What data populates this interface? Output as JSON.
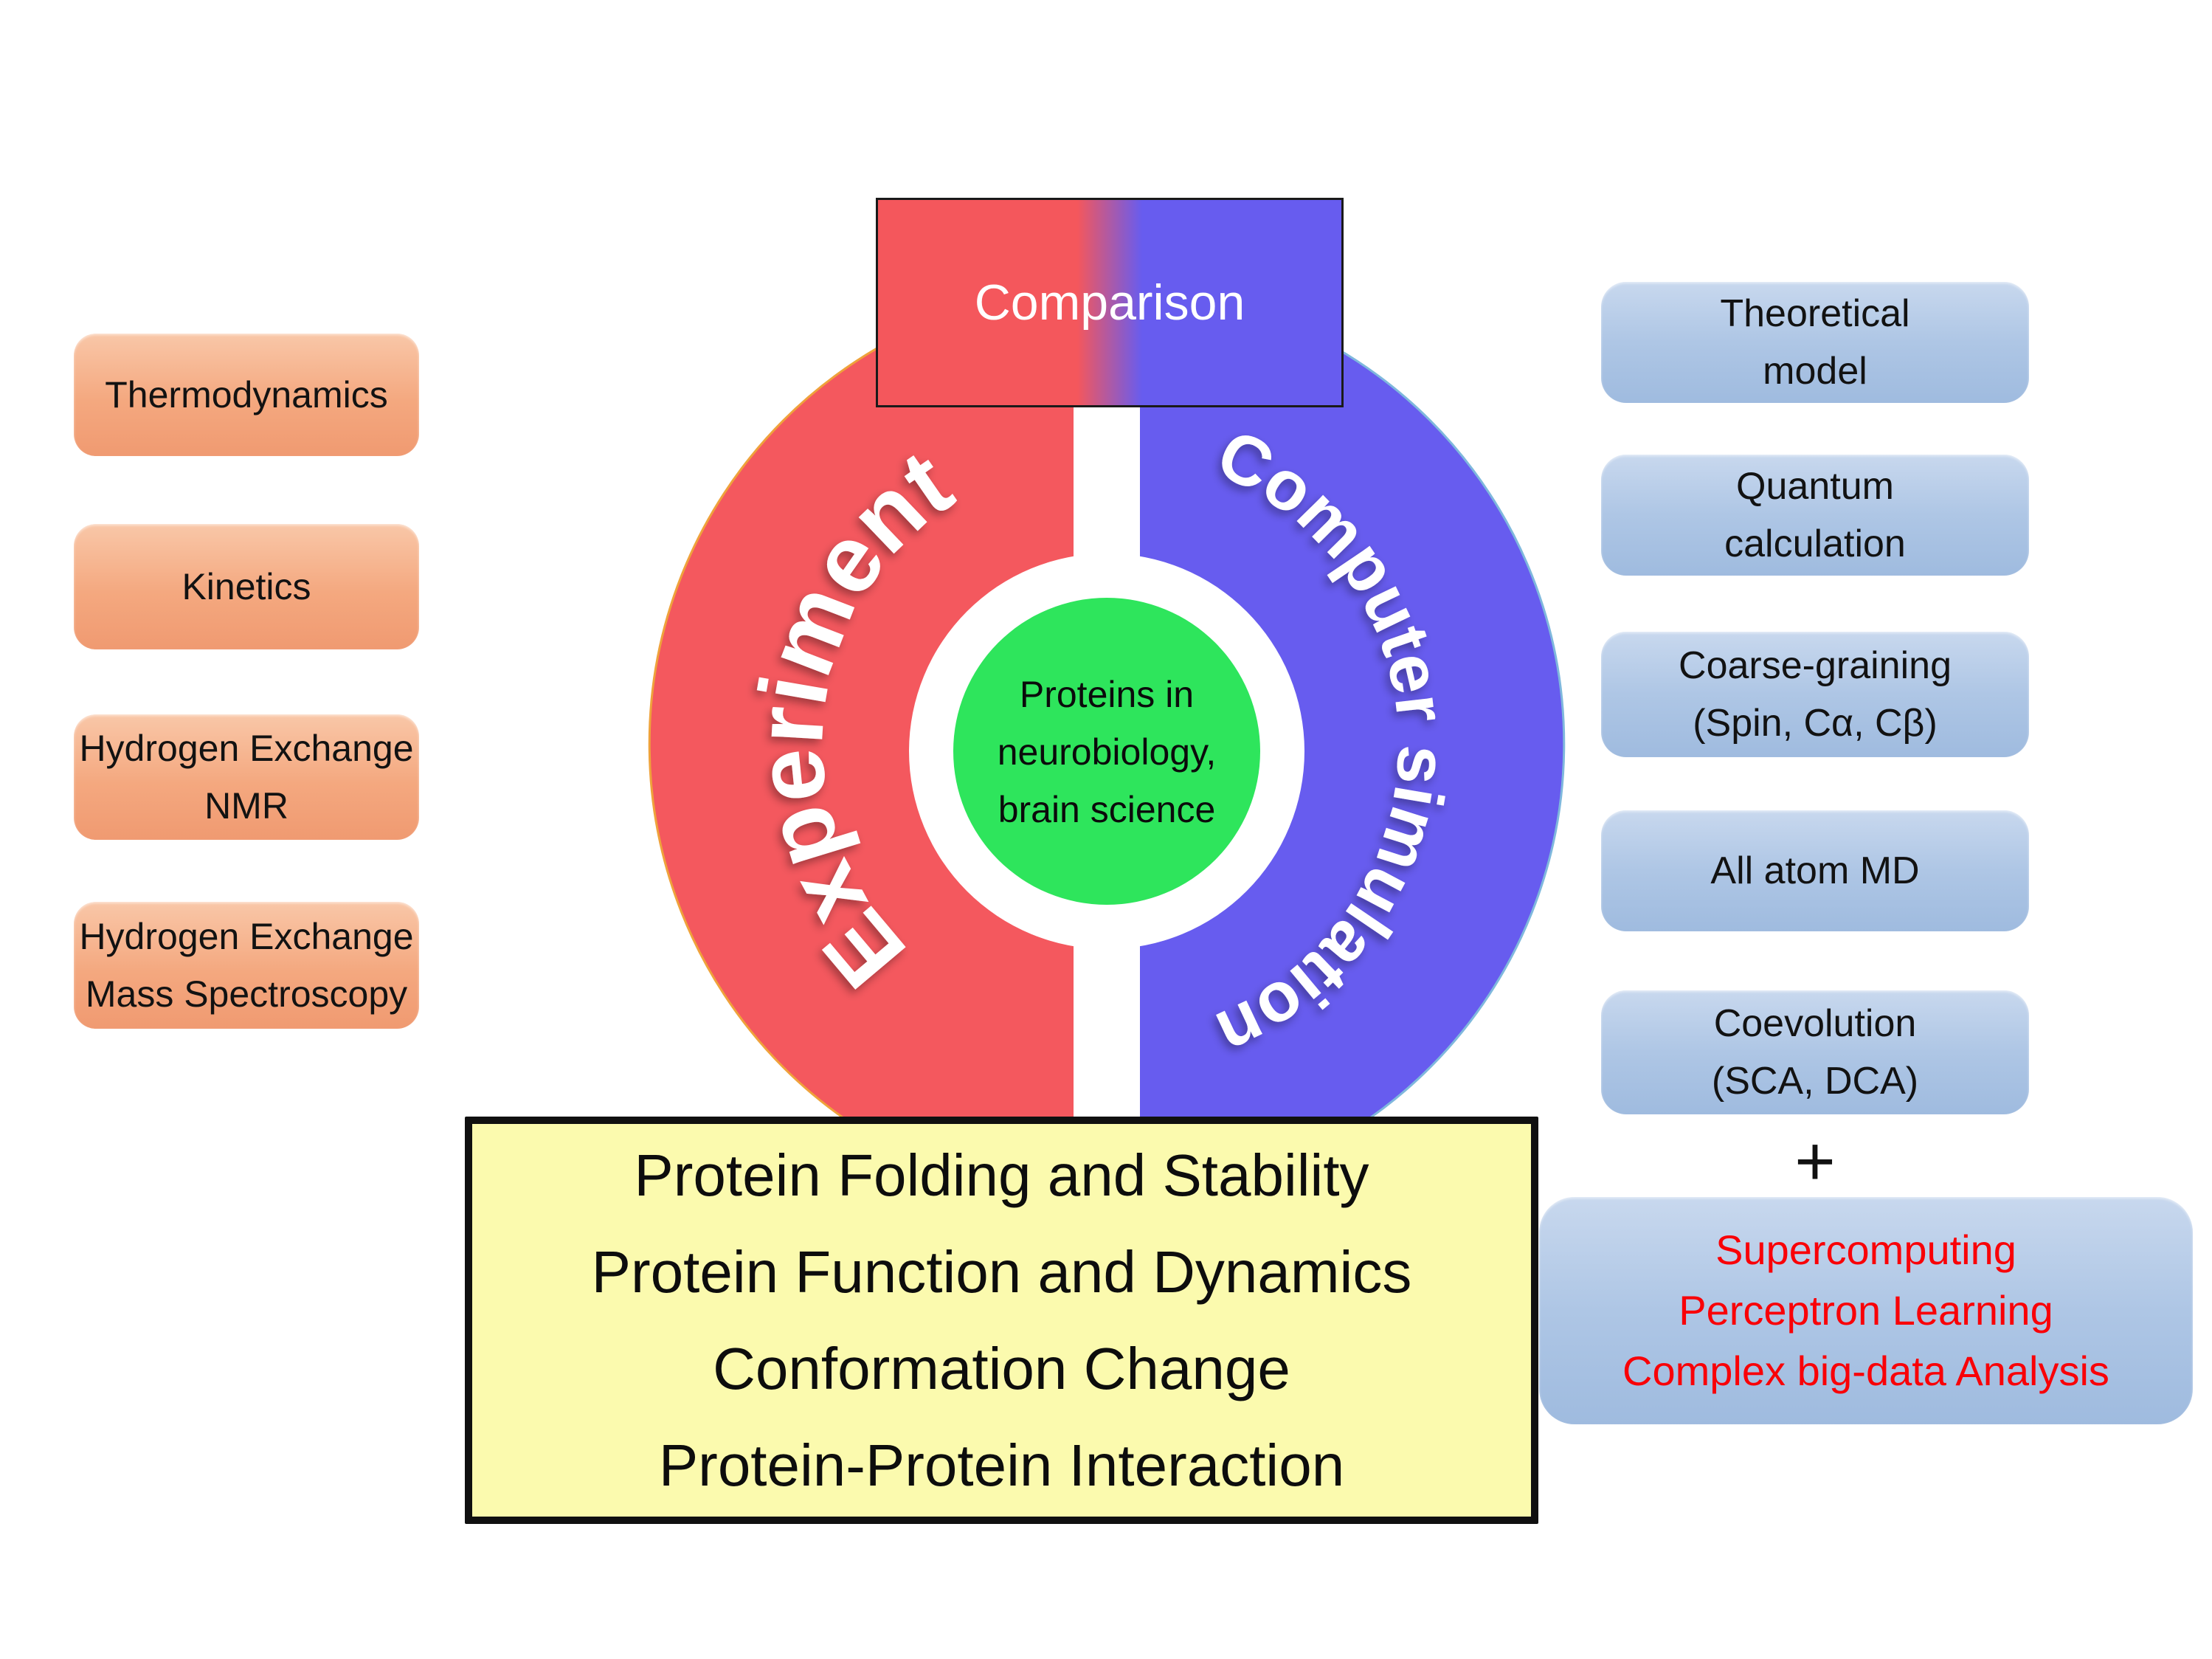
{
  "comparison": {
    "label": "Comparison"
  },
  "hub": {
    "left_label": "Experiment",
    "right_label": "Computer simulation",
    "center_lines": [
      "Proteins in",
      "neurobiology,",
      "brain science"
    ],
    "left_color": "#f4585e",
    "right_color": "#675cef",
    "center_color": "#2ee55c"
  },
  "experiment_items": [
    {
      "lines": [
        "Thermodynamics"
      ]
    },
    {
      "lines": [
        "Kinetics"
      ]
    },
    {
      "lines": [
        "Hydrogen Exchange",
        "NMR"
      ]
    },
    {
      "lines": [
        "Hydrogen Exchange",
        "Mass Spectroscopy"
      ]
    }
  ],
  "simulation_items": [
    {
      "lines": [
        "Theoretical",
        "model"
      ]
    },
    {
      "lines": [
        "Quantum",
        "calculation"
      ]
    },
    {
      "lines": [
        "Coarse-graining",
        "(Spin, Cα, Cβ)"
      ]
    },
    {
      "lines": [
        "All atom MD"
      ]
    },
    {
      "lines": [
        "Coevolution",
        "(SCA, DCA)"
      ]
    }
  ],
  "plus": {
    "label": "+"
  },
  "highlight_box": {
    "lines": [
      "Supercomputing",
      "Perceptron Learning",
      "Complex big-data Analysis"
    ],
    "text_color": "#f90007"
  },
  "summary_box": {
    "lines": [
      "Protein Folding and Stability",
      "Protein Function and Dynamics",
      "Conformation Change",
      "Protein-Protein Interaction"
    ],
    "background": "#fbfaae"
  }
}
